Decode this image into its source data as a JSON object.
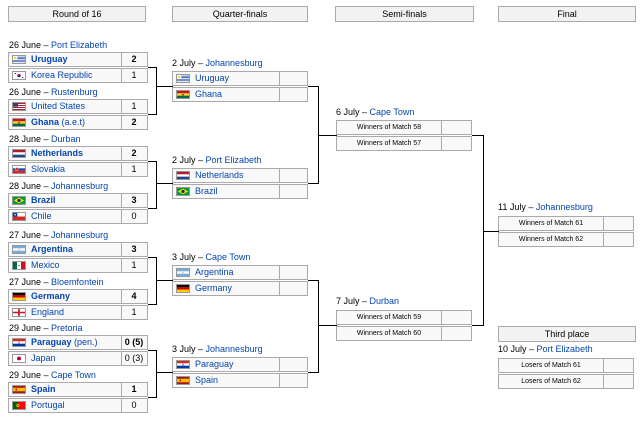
{
  "headers": {
    "r16": "Round of 16",
    "qf": "Quarter-finals",
    "sf": "Semi-finals",
    "final": "Final",
    "third": "Third place"
  },
  "r16": [
    {
      "date": "26 June",
      "city": "Port Elizabeth",
      "teams": [
        {
          "name": "Uruguay",
          "score": "2",
          "flag": "uruguay",
          "win": true
        },
        {
          "name": "Korea Republic",
          "score": "1",
          "flag": "korea",
          "win": false
        }
      ]
    },
    {
      "date": "26 June",
      "city": "Rustenburg",
      "teams": [
        {
          "name": "United States",
          "score": "1",
          "flag": "usa",
          "win": false
        },
        {
          "name": "Ghana",
          "note": "(a.e.t)",
          "score": "2",
          "flag": "ghana",
          "win": true
        }
      ]
    },
    {
      "date": "28 June",
      "city": "Durban",
      "teams": [
        {
          "name": "Netherlands",
          "score": "2",
          "flag": "netherlands",
          "win": true
        },
        {
          "name": "Slovakia",
          "score": "1",
          "flag": "slovakia",
          "win": false
        }
      ]
    },
    {
      "date": "28 June",
      "city": "Johannesburg",
      "teams": [
        {
          "name": "Brazil",
          "score": "3",
          "flag": "brazil",
          "win": true
        },
        {
          "name": "Chile",
          "score": "0",
          "flag": "chile",
          "win": false
        }
      ]
    },
    {
      "date": "27 June",
      "city": "Johannesburg",
      "teams": [
        {
          "name": "Argentina",
          "score": "3",
          "flag": "argentina",
          "win": true
        },
        {
          "name": "Mexico",
          "score": "1",
          "flag": "mexico",
          "win": false
        }
      ]
    },
    {
      "date": "27 June",
      "city": "Bloemfontein",
      "teams": [
        {
          "name": "Germany",
          "score": "4",
          "flag": "germany",
          "win": true
        },
        {
          "name": "England",
          "score": "1",
          "flag": "england",
          "win": false
        }
      ]
    },
    {
      "date": "29 June",
      "city": "Pretoria",
      "teams": [
        {
          "name": "Paraguay",
          "note": "(pen.)",
          "score": "0 (5)",
          "flag": "paraguay",
          "win": true
        },
        {
          "name": "Japan",
          "score": "0 (3)",
          "flag": "japan",
          "win": false
        }
      ]
    },
    {
      "date": "29 June",
      "city": "Cape Town",
      "teams": [
        {
          "name": "Spain",
          "score": "1",
          "flag": "spain",
          "win": true
        },
        {
          "name": "Portugal",
          "score": "0",
          "flag": "portugal",
          "win": false
        }
      ]
    }
  ],
  "qf": [
    {
      "date": "2 July",
      "city": "Johannesburg",
      "teams": [
        {
          "name": "Uruguay",
          "flag": "uruguay"
        },
        {
          "name": "Ghana",
          "flag": "ghana"
        }
      ]
    },
    {
      "date": "2 July",
      "city": "Port Elizabeth",
      "teams": [
        {
          "name": "Netherlands",
          "flag": "netherlands"
        },
        {
          "name": "Brazil",
          "flag": "brazil"
        }
      ]
    },
    {
      "date": "3 July",
      "city": "Cape Town",
      "teams": [
        {
          "name": "Argentina",
          "flag": "argentina"
        },
        {
          "name": "Germany",
          "flag": "germany"
        }
      ]
    },
    {
      "date": "3 July",
      "city": "Johannesburg",
      "teams": [
        {
          "name": "Paraguay",
          "flag": "paraguay"
        },
        {
          "name": "Spain",
          "flag": "spain"
        }
      ]
    }
  ],
  "sf": [
    {
      "date": "6 July",
      "city": "Cape Town",
      "teams": [
        "Winners of Match 58",
        "Winners of Match 57"
      ]
    },
    {
      "date": "7 July",
      "city": "Durban",
      "teams": [
        "Winners of Match 59",
        "Winners of Match 60"
      ]
    }
  ],
  "final": {
    "date": "11 July",
    "city": "Johannesburg",
    "teams": [
      "Winners of Match 61",
      "Winners of Match 62"
    ]
  },
  "third_place": {
    "date": "10 July",
    "city": "Port Elizabeth",
    "teams": [
      "Losers of Match 61",
      "Losers of Match 62"
    ]
  },
  "separator": " – "
}
